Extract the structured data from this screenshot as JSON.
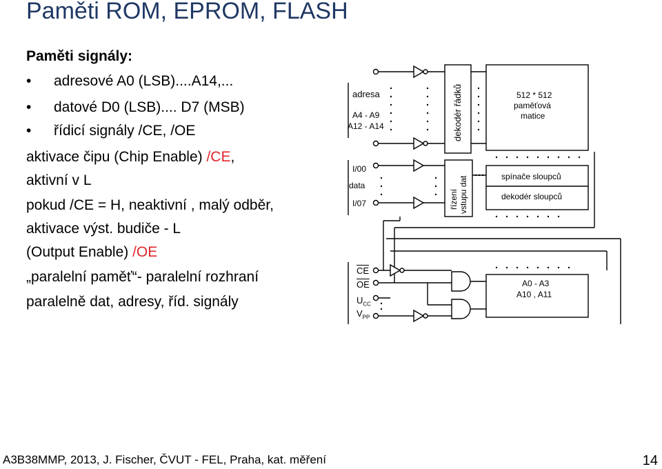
{
  "title": "Paměti ROM, EPROM, FLASH",
  "body": {
    "signals_heading": "Paměti signály:",
    "bullets": [
      "adresové A0 (LSB)....A14,...",
      "datové  D0  (LSB).... D7 (MSB)",
      "řídicí signály  /CE, /OE"
    ],
    "ce_line1_prefix": "aktivace čipu (Chip Enable) ",
    "ce_line1_accent": "/CE",
    "ce_line1_suffix": ",",
    "ce_line2": "aktivní v L",
    "ce_line3": "pokud /CE = H, neaktivní , malý odběr,",
    "oe_line1": "aktivace výst. budiče - L",
    "oe_line2_prefix": "(Output Enable) ",
    "oe_line2_accent": "/OE",
    "parallel_line1": "„paralelní paměť“- paralelní rozhraní",
    "parallel_line2": "paralelně dat, adresy, říd. signály"
  },
  "diagram": {
    "adresa": "adresa",
    "a4a9": "A4 - A9",
    "a12a14": "A12 - A14",
    "row_decoder": "dekodér řádků",
    "matrix_l1": "512 * 512",
    "matrix_l2": "paměťová",
    "matrix_l3": "matice",
    "io0": "I/00",
    "data": "data",
    "io7": "I/07",
    "input_ctrl_l1": "řízení",
    "input_ctrl_l2": "vstupu dat",
    "col_switches": "spínače sloupců",
    "col_decoder": "dekodér sloupců",
    "ce": "CE",
    "oe": "OE",
    "ucc_main": "U",
    "ucc_sub": "CC",
    "vpp_main": "V",
    "vpp_sub": "PP",
    "a0a3": "A0 - A3",
    "a10a11": "A10 , A11"
  },
  "footer": "A3B38MMP, 2013, J. Fischer,  ČVUT - FEL, Praha, kat. měření",
  "page_number": "14",
  "colors": {
    "title": "#1f3864",
    "accent": "#e3242b"
  }
}
